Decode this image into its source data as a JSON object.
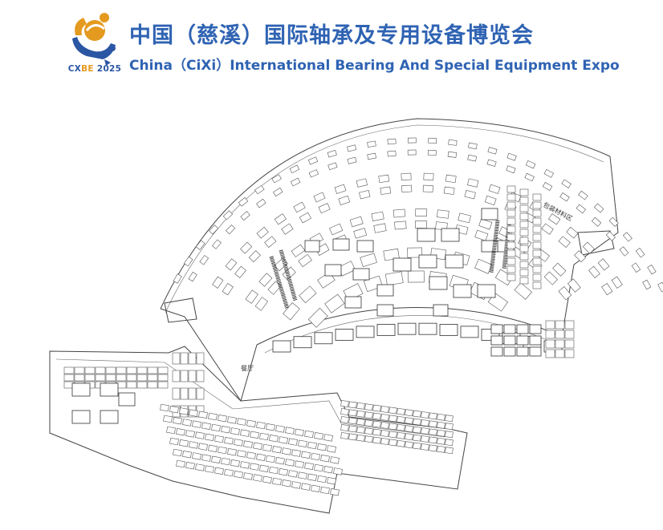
{
  "header": {
    "logo_text_part1": "CX",
    "logo_text_part2": "BE",
    "logo_text_part3": " 2025",
    "title_cn": "中国（慈溪）国际轴承及专用设备博览会",
    "title_en": "China（CiXi）International Bearing And Special Equipment Expo"
  },
  "colors": {
    "brand_blue": "#2f63b3",
    "brand_orange": "#e49a1f",
    "map_line": "#444444"
  },
  "floorplan": {
    "restaurant_label": "餐厅",
    "packing_area_label": "包装材料区"
  }
}
